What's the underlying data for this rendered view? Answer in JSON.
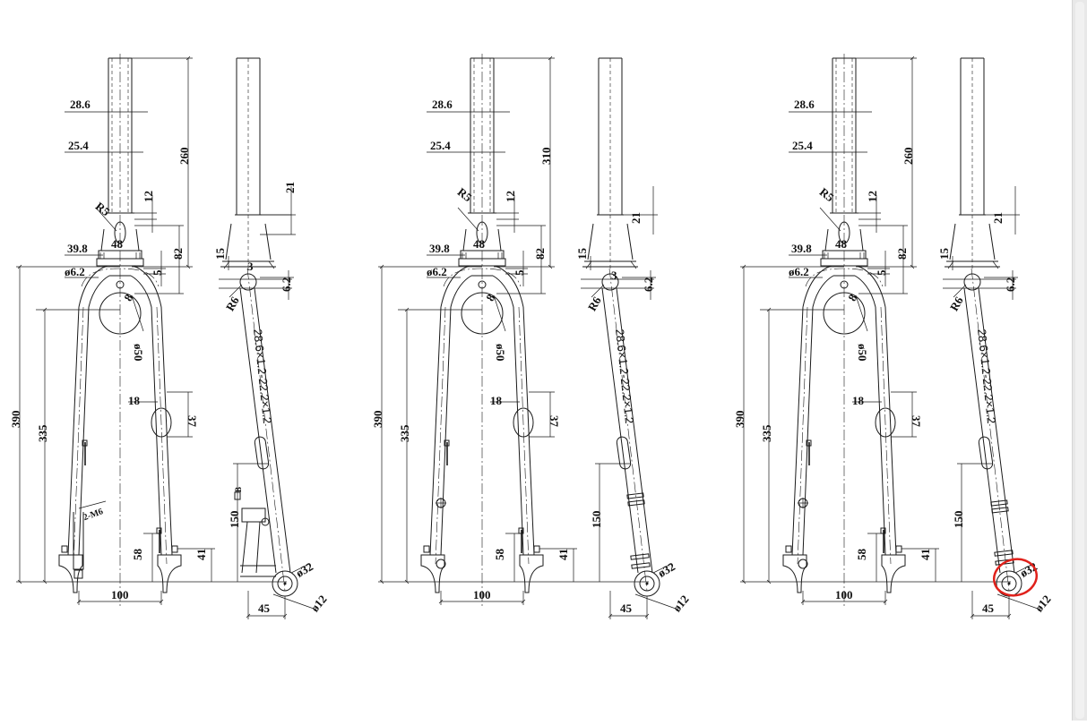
{
  "views": [
    {
      "front": {
        "steerer_outer": "28.6",
        "steerer_inner": "25.4",
        "radius": "R5",
        "slot_h": "12",
        "slot_w": "48",
        "crown_w": "39.8",
        "hole": "ø6.2",
        "crown_h": "82",
        "crown_gap": "5",
        "crown_r": "8",
        "tire_d": "ø50",
        "slot_pos": "18",
        "slot_len": "37",
        "mount": "2-M6",
        "length_full": "390",
        "length_axle": "335",
        "dropout_h": "58",
        "dropout_off": "41",
        "spacing": "100"
      },
      "side": {
        "steerer_len": "260",
        "step": "21",
        "crown_t": "15",
        "crown_r": "R6",
        "off": "6.2",
        "crown_mark": "3",
        "tube_spec": "28.6×1.2-22.2×1.2",
        "mount_h": "150",
        "mount_label": "B",
        "axle_d": "ø32",
        "axle_hole": "ø12",
        "rake": "45"
      }
    },
    {
      "front": {
        "steerer_outer": "28.6",
        "steerer_inner": "25.4",
        "radius": "R5",
        "slot_h": "12",
        "slot_w": "48",
        "crown_w": "39.8",
        "hole": "ø6.2",
        "crown_h": "82",
        "crown_gap": "5",
        "crown_r": "8",
        "tire_d": "ø50",
        "slot_pos": "18",
        "slot_len": "37",
        "mount": "",
        "length_full": "390",
        "length_axle": "335",
        "dropout_h": "58",
        "dropout_off": "41",
        "spacing": "100"
      },
      "side": {
        "steerer_len": "310",
        "step": "21",
        "crown_t": "15",
        "crown_r": "R6",
        "off": "6.2",
        "crown_mark": "3",
        "tube_spec": "28.6×1.2-22.2×1.2",
        "mount_h": "150",
        "mount_label": "",
        "axle_d": "ø32",
        "axle_hole": "ø12",
        "rake": "45"
      }
    },
    {
      "front": {
        "steerer_outer": "28.6",
        "steerer_inner": "25.4",
        "radius": "R5",
        "slot_h": "12",
        "slot_w": "48",
        "crown_w": "39.8",
        "hole": "ø6.2",
        "crown_h": "82",
        "crown_gap": "5",
        "crown_r": "8",
        "tire_d": "ø50",
        "slot_pos": "18",
        "slot_len": "37",
        "mount": "",
        "length_full": "390",
        "length_axle": "335",
        "dropout_h": "58",
        "dropout_off": "41",
        "spacing": "100"
      },
      "side": {
        "steerer_len": "260",
        "step": "21",
        "crown_t": "15",
        "crown_r": "R6",
        "off": "6.2",
        "crown_mark": "",
        "tube_spec": "28.6×1.2-22.2×1.2",
        "mount_h": "150",
        "mount_label": "",
        "axle_d": "ø32",
        "axle_hole": "ø12",
        "rake": "45"
      }
    }
  ],
  "highlight": {
    "color": "#e0211b"
  }
}
